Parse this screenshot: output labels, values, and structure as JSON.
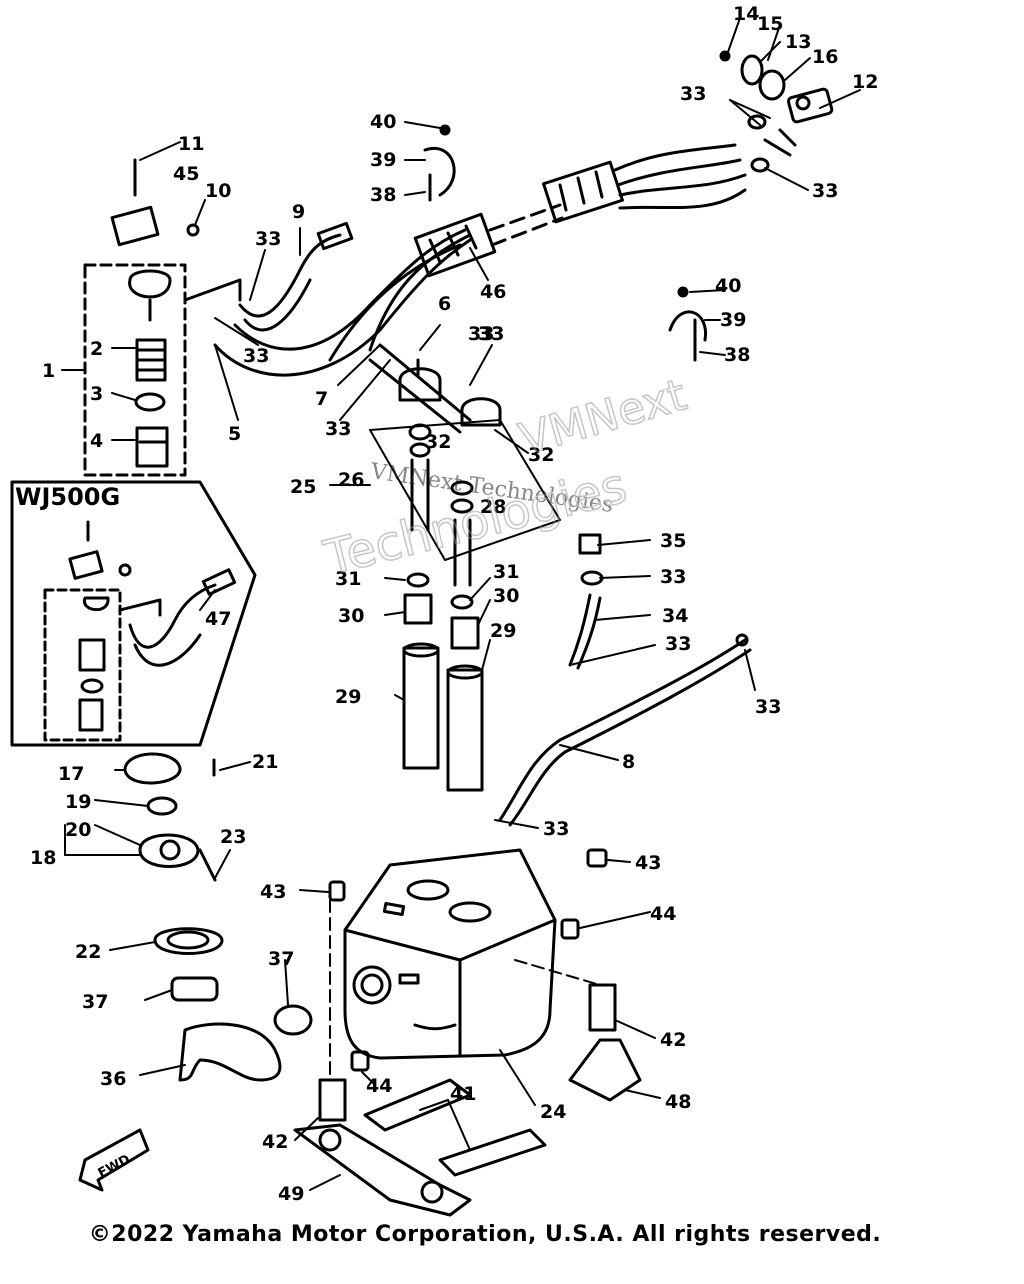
{
  "diagram": {
    "variant_label": "WJ500G",
    "fwd_label": "FWD",
    "watermark": {
      "line1": "VMNext Technologies",
      "line2": "VMNext",
      "line3": "Technologies"
    },
    "callouts": [
      {
        "id": "c1",
        "text": "1"
      },
      {
        "id": "c2",
        "text": "2"
      },
      {
        "id": "c3",
        "text": "3"
      },
      {
        "id": "c4",
        "text": "4"
      },
      {
        "id": "c5",
        "text": "5"
      },
      {
        "id": "c6",
        "text": "6"
      },
      {
        "id": "c7",
        "text": "7"
      },
      {
        "id": "c8",
        "text": "8"
      },
      {
        "id": "c9",
        "text": "9"
      },
      {
        "id": "c10",
        "text": "10"
      },
      {
        "id": "c11",
        "text": "11"
      },
      {
        "id": "c12",
        "text": "12"
      },
      {
        "id": "c13",
        "text": "13"
      },
      {
        "id": "c14",
        "text": "14"
      },
      {
        "id": "c15",
        "text": "15"
      },
      {
        "id": "c16",
        "text": "16"
      },
      {
        "id": "c17",
        "text": "17"
      },
      {
        "id": "c18",
        "text": "18"
      },
      {
        "id": "c19",
        "text": "19"
      },
      {
        "id": "c20",
        "text": "20"
      },
      {
        "id": "c21",
        "text": "21"
      },
      {
        "id": "c22",
        "text": "22"
      },
      {
        "id": "c23",
        "text": "23"
      },
      {
        "id": "c24",
        "text": "24"
      },
      {
        "id": "c25",
        "text": "25"
      },
      {
        "id": "c26",
        "text": "26"
      },
      {
        "id": "c28",
        "text": "28"
      },
      {
        "id": "c29a",
        "text": "29"
      },
      {
        "id": "c29b",
        "text": "29"
      },
      {
        "id": "c30a",
        "text": "30"
      },
      {
        "id": "c30b",
        "text": "30"
      },
      {
        "id": "c31a",
        "text": "31"
      },
      {
        "id": "c31b",
        "text": "31"
      },
      {
        "id": "c32a",
        "text": "32"
      },
      {
        "id": "c32b",
        "text": "32"
      },
      {
        "id": "c33a",
        "text": "33"
      },
      {
        "id": "c33b",
        "text": "33"
      },
      {
        "id": "c33c",
        "text": "33"
      },
      {
        "id": "c33d",
        "text": "33"
      },
      {
        "id": "c33e",
        "text": "33"
      },
      {
        "id": "c33f",
        "text": "33"
      },
      {
        "id": "c33g",
        "text": "33"
      },
      {
        "id": "c33h",
        "text": "33"
      },
      {
        "id": "c33i",
        "text": "33"
      },
      {
        "id": "c33j",
        "text": "33"
      },
      {
        "id": "c33k",
        "text": "33"
      },
      {
        "id": "c34",
        "text": "34"
      },
      {
        "id": "c35",
        "text": "35"
      },
      {
        "id": "c36",
        "text": "36"
      },
      {
        "id": "c37a",
        "text": "37"
      },
      {
        "id": "c37b",
        "text": "37"
      },
      {
        "id": "c38a",
        "text": "38"
      },
      {
        "id": "c38b",
        "text": "38"
      },
      {
        "id": "c39a",
        "text": "39"
      },
      {
        "id": "c39b",
        "text": "39"
      },
      {
        "id": "c40a",
        "text": "40"
      },
      {
        "id": "c40b",
        "text": "40"
      },
      {
        "id": "c41",
        "text": "41"
      },
      {
        "id": "c42a",
        "text": "42"
      },
      {
        "id": "c42b",
        "text": "42"
      },
      {
        "id": "c43a",
        "text": "43"
      },
      {
        "id": "c43b",
        "text": "43"
      },
      {
        "id": "c44a",
        "text": "44"
      },
      {
        "id": "c44b",
        "text": "44"
      },
      {
        "id": "c45",
        "text": "45"
      },
      {
        "id": "c46",
        "text": "46"
      },
      {
        "id": "c47",
        "text": "47"
      },
      {
        "id": "c48",
        "text": "48"
      },
      {
        "id": "c49",
        "text": "49"
      }
    ]
  },
  "footer": {
    "copyright": "©2022 Yamaha Motor Corporation, U.S.A. All rights reserved."
  }
}
